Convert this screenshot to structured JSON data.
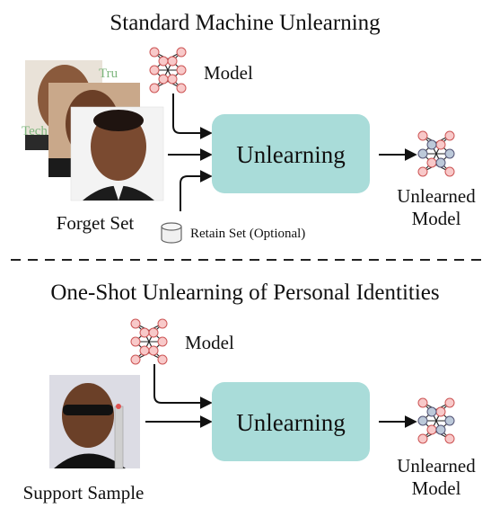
{
  "top": {
    "title": "Standard Machine Unlearning",
    "model_label": "Model",
    "box_label": "Unlearning",
    "output_label_line1": "Unlearned",
    "output_label_line2": "Model",
    "forget_label": "Forget Set",
    "retain_label": "Retain Set (Optional)"
  },
  "bottom": {
    "title": "One-Shot Unlearning of Personal Identities",
    "model_label": "Model",
    "box_label": "Unlearning",
    "output_label_line1": "Unlearned",
    "output_label_line2": "Model",
    "support_label": "Support Sample"
  },
  "colors": {
    "unlearning_box": "#a9dcd9",
    "network_node_pink": "#f8c9c9",
    "network_node_blue": "#bcc9d9",
    "separator": "#222222"
  }
}
